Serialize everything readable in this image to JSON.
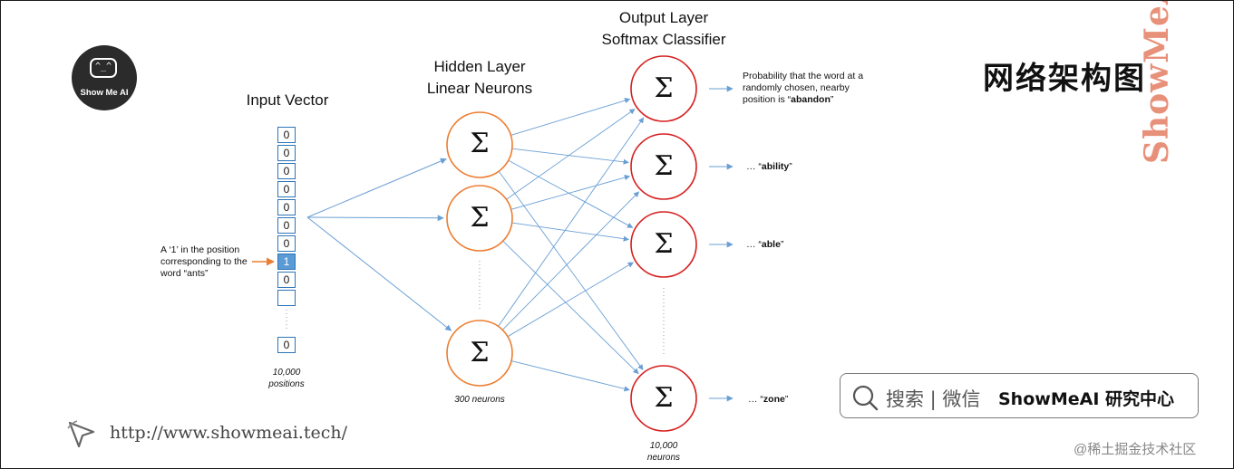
{
  "brand": {
    "logo_text": "Show Me AI",
    "logo_face": "^_^",
    "title": "网络架构图",
    "side_text": "ShowMeAI",
    "search_label": "搜索 | 微信",
    "search_brand": "ShowMeAI 研究中心",
    "url": "http://www.showmeai.tech/",
    "watermark": "@稀土掘金技术社区"
  },
  "input": {
    "title": "Input Vector",
    "cells": [
      "0",
      "0",
      "0",
      "0",
      "0",
      "0",
      "1",
      "0",
      "0"
    ],
    "last_cell": "0",
    "size_label_1": "10,000",
    "size_label_2": "positions",
    "annotation": [
      "A ‘1’ in the position",
      "corresponding to the",
      "word “ants”"
    ]
  },
  "hidden": {
    "title_1": "Hidden Layer",
    "title_2": "Linear Neurons",
    "symbol": "Σ",
    "count_label": "300 neurons"
  },
  "output": {
    "title_1": "Output Layer",
    "title_2": "Softmax Classifier",
    "symbol": "Σ",
    "count_label_1": "10,000",
    "count_label_2": "neurons",
    "prob_lines": [
      "Probability that the word at a",
      "randomly chosen, nearby"
    ],
    "prob_prefix": "position is “",
    "prob_word": "abandon",
    "prob_suffix": "”",
    "words": [
      {
        "prefix": "… “",
        "word": "ability",
        "suffix": "”"
      },
      {
        "prefix": "… “",
        "word": "able",
        "suffix": "”"
      },
      {
        "prefix": "… “",
        "word": "zone",
        "suffix": "”"
      }
    ]
  },
  "colors": {
    "arrow": "#6a9fd4",
    "hidden_stroke": "#ed7d31",
    "output_stroke": "#d62020",
    "input_arrow": "#ed7d31",
    "brand_accent": "#e8917a"
  },
  "icons": [
    "search-icon",
    "cursor-icon",
    "robot-icon"
  ]
}
